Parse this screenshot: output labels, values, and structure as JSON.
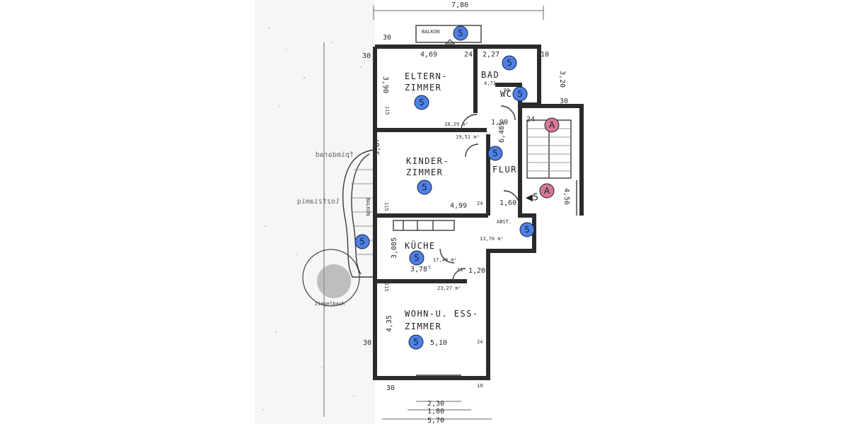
{
  "colors": {
    "wall": "#2b2b2b",
    "marker_blue": "#4f7fe0",
    "marker_red": "#d8788e",
    "marker_text": "#10214a"
  },
  "rooms": {
    "balkon_top": "BALKON",
    "eltern_1": "ELTERN-",
    "eltern_2": "ZIMMER",
    "bad": "BAD",
    "wc": "WC",
    "kinder_1": "KINDER-",
    "kinder_2": "ZIMMER",
    "flur": "FLUR",
    "abst": "ABST.",
    "kueche": "KÜCHE",
    "wohn_1": "WOHN-U. ESS-",
    "wohn_2": "ZIMMER",
    "balkon_side": "BALKON"
  },
  "dimensions": {
    "total_top": "7,80",
    "balkon_wall": "30",
    "eltern_width": "4,69",
    "eltern_right": "24",
    "bad_width": "2,27",
    "bad_right": "10",
    "side_right": "3,20",
    "corner_left": "30",
    "eltern_height": "3,90",
    "bad_small": "90",
    "bad_area": "4,71",
    "right_30": "30",
    "eltern_area": "18,29 m²",
    "flur_190": "1,90",
    "stair_24": "24",
    "wall_115_a": "115",
    "kinder_area": "19,51 m²",
    "kinder_height": "3,87",
    "flur_length": "6,485",
    "kinder_width": "4,99",
    "kinder_24": "24",
    "flur_160": "1,60",
    "stair_456": "4,56",
    "wall_115_b": "115",
    "abst_area": "13,70 m²",
    "kueche_height": "3,085",
    "kueche_area": "17,49 m²",
    "kueche_width": "3,78⁵",
    "kueche_11": "11",
    "kueche_120": "1,20",
    "wall_115_c": "115",
    "wohn_area": "23,27 m²",
    "wohn_height": "4,35",
    "wohn_left": "30",
    "wohn_width": "5,10",
    "wohn_right": "24",
    "bottom_30": "30",
    "bottom_10": "10",
    "bottom_230": "2,30",
    "bottom_180": "1,80",
    "bottom_570": "5,70"
  },
  "markers": {
    "m5": "5",
    "mA": "A",
    "arrow5": "◀5"
  },
  "scan_text": {
    "mirror_1": "fpimdarad",
    "mirror_2": "lozfziamiq",
    "stamp": "ziegelbach"
  }
}
